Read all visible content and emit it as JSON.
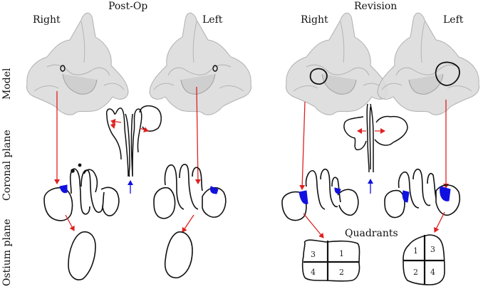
{
  "headers": {
    "postop": "Post-Op",
    "revision": "Revision",
    "right": "Right",
    "left": "Left",
    "quadrants": "Quadrants"
  },
  "row_labels": {
    "model": "Model",
    "coronal": "Coronal plane",
    "ostium": "Ostium plane"
  },
  "quadrant_numbers": {
    "revision_right": [
      "3",
      "1",
      "4",
      "2"
    ],
    "revision_left": [
      "1",
      "3",
      "2",
      "4"
    ]
  },
  "colors": {
    "arrow": "#e02020",
    "highlight": "#1010e0",
    "model_fill": "#d8d8d8",
    "outline": "#111111"
  }
}
